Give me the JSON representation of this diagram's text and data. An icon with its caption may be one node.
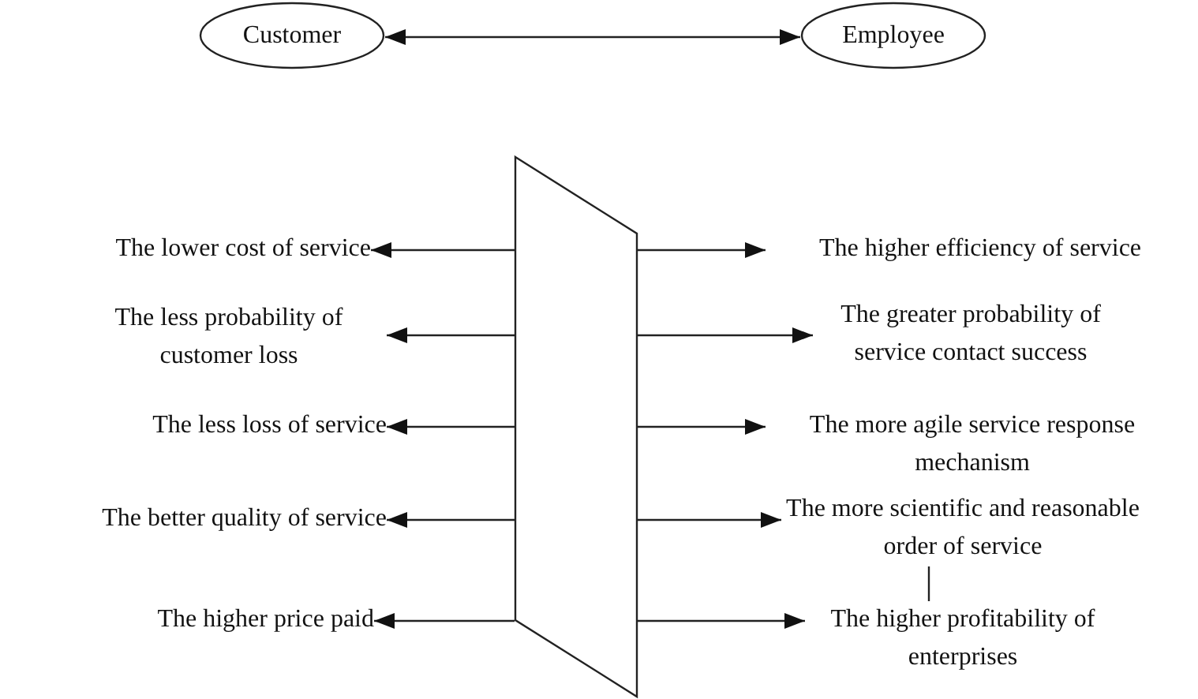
{
  "diagram": {
    "nodes": [
      {
        "text": [
          "Customer"
        ]
      },
      {
        "text": [
          "Employee"
        ]
      },
      {
        "text": [],
        "shape": "box"
      },
      {
        "text": [
          "The lower cost of service"
        ]
      },
      {
        "text": [
          "The higher efficiency of service"
        ]
      },
      {
        "text": [
          "The less probability of customer loss"
        ]
      },
      {
        "text": [
          "The greater probability of service contact success"
        ]
      },
      {
        "text": [
          "The less loss of service"
        ]
      },
      {
        "text": [
          "The more agile service response mechanism"
        ]
      },
      {
        "text": [
          "The better quality of service"
        ]
      },
      {
        "text": [
          "The more scientific and reasonable order of service"
        ]
      },
      {
        "text": [
          "The higher price paid"
        ]
      },
      {
        "text": [
          "The higher profitability of enterprises"
        ]
      }
    ],
    "edges": [
      {
        "from": 0,
        "to": 1,
        "arrow": "both"
      },
      {
        "from": 2,
        "to": 3,
        "arrow": "to"
      },
      {
        "from": 2,
        "to": 4,
        "arrow": "to"
      },
      {
        "from": 2,
        "to": 5,
        "arrow": "to"
      },
      {
        "from": 2,
        "to": 6,
        "arrow": "to"
      },
      {
        "from": 2,
        "to": 7,
        "arrow": "to"
      },
      {
        "from": 2,
        "to": 8,
        "arrow": "to"
      },
      {
        "from": 2,
        "to": 9,
        "arrow": "to"
      },
      {
        "from": 2,
        "to": 10,
        "arrow": "to"
      },
      {
        "from": 2,
        "to": 11,
        "arrow": "to"
      },
      {
        "from": 2,
        "to": 12,
        "arrow": "to"
      },
      {
        "from": 10,
        "to": 12,
        "arrow": "none"
      }
    ]
  }
}
